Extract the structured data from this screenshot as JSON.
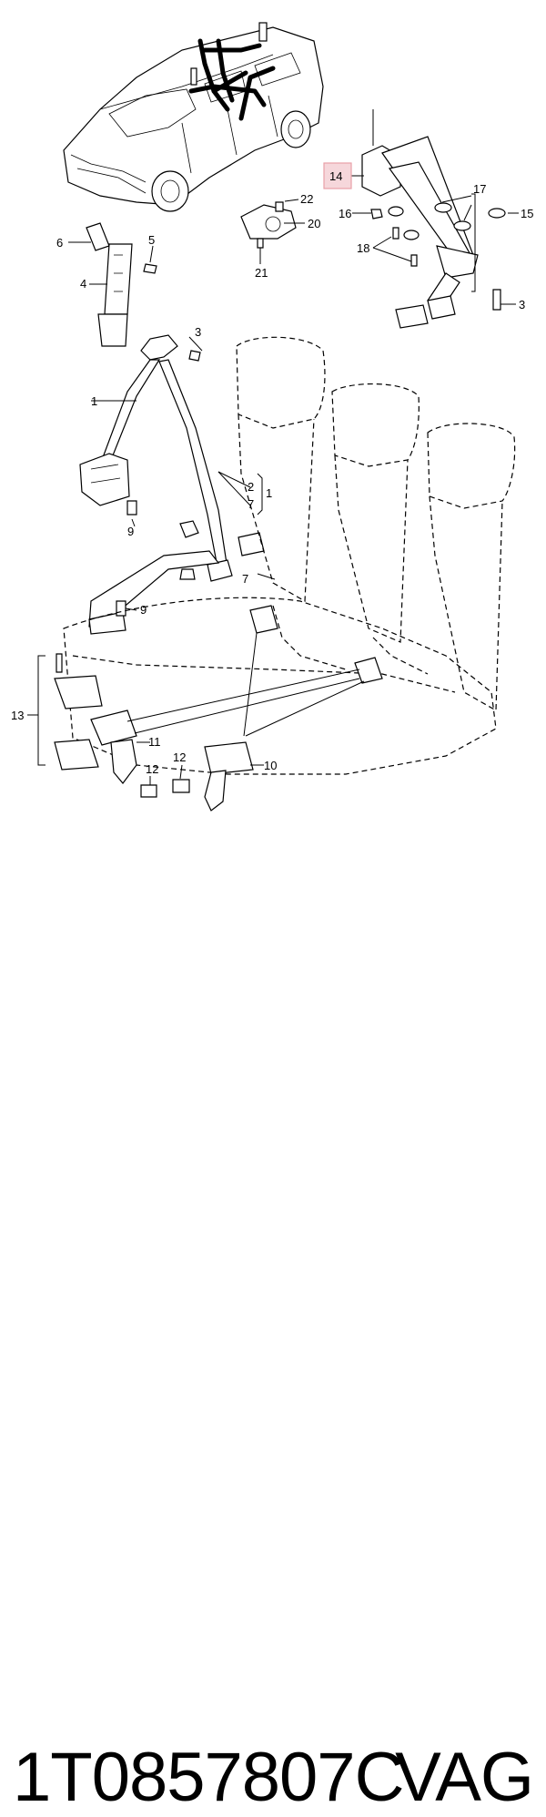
{
  "labels": {
    "l1a": "1",
    "l1b": "1",
    "l2": "2",
    "l3a": "3",
    "l3b": "3",
    "l4": "4",
    "l5": "5",
    "l6": "6",
    "l7a": "7",
    "l7b": "7",
    "l9a": "9",
    "l9b": "9",
    "l10": "10",
    "l11": "11",
    "l12a": "12",
    "l12b": "12",
    "l13": "13",
    "l14": "14",
    "l15": "15",
    "l16": "16",
    "l17": "17",
    "l18": "18",
    "l20": "20",
    "l21": "21",
    "l22": "22"
  },
  "highlight_color": "#e8a0a8",
  "footer": {
    "part_number": "1T0857807C",
    "brand": "VAG"
  }
}
